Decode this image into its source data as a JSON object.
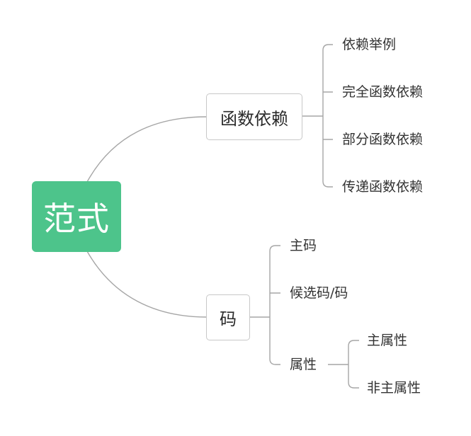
{
  "root": {
    "label": "范式"
  },
  "branches": [
    {
      "label": "函数依赖",
      "children": [
        "依赖举例",
        "完全函数依赖",
        "部分函数依赖",
        "传递函数依赖"
      ]
    },
    {
      "label": "码",
      "children": [
        {
          "label": "主码"
        },
        {
          "label": "候选码/码"
        },
        {
          "label": "属性",
          "children": [
            "主属性",
            "非主属性"
          ]
        }
      ]
    }
  ],
  "colors": {
    "root_fill": "#4dc48b",
    "line": "#a6a6a6",
    "box_border": "#c8c8c8",
    "text": "#333333"
  }
}
